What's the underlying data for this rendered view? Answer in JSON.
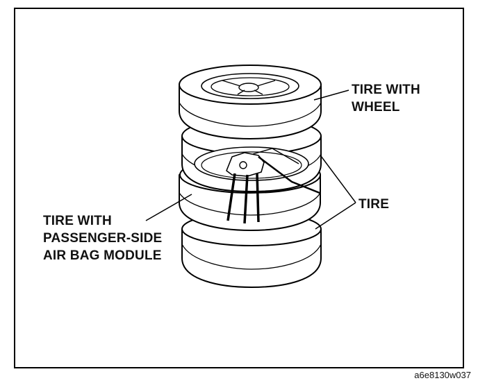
{
  "figure": {
    "labels": {
      "tire_with_wheel": [
        "TIRE WITH",
        "WHEEL"
      ],
      "tire": "TIRE",
      "tire_with_airbag": [
        "TIRE WITH",
        "PASSENGER-SIDE",
        "AIR BAG MODULE"
      ]
    },
    "figure_id": "a6e8130w037"
  }
}
